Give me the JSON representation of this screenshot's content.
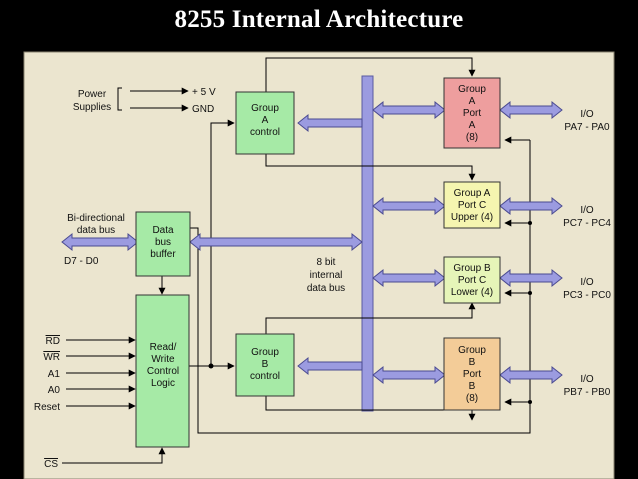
{
  "title": "8255 Internal Architecture",
  "colors": {
    "background": "#000000",
    "panel": "#ebe5cf",
    "bus": "#9b9be0",
    "group_control": "#a6eaa6",
    "port_a": "#ee9e9e",
    "port_c_upper": "#f5f5b0",
    "port_c_lower": "#e6f5b8",
    "port_b": "#f3cc98",
    "buffer": "#a6eaa6",
    "rw_logic": "#a6eaa6"
  },
  "power": {
    "label_line1": "Power",
    "label_line2": "Supplies",
    "vcc": "+ 5 V",
    "gnd": "GND"
  },
  "blocks": {
    "group_a_control": [
      "Group",
      "A",
      "control"
    ],
    "group_b_control": [
      "Group",
      "B",
      "control"
    ],
    "data_bus_buffer": [
      "Data",
      "bus",
      "buffer"
    ],
    "rw_control_logic": [
      "Read/",
      "Write",
      "Control",
      "Logic"
    ],
    "group_a_port_a": [
      "Group",
      "A",
      "Port",
      "A",
      "(8)"
    ],
    "group_a_port_c_upper": [
      "Group  A",
      "Port  C",
      "Upper (4)"
    ],
    "group_b_port_c_lower": [
      "Group  B",
      "Port  C",
      "Lower (4)"
    ],
    "group_b_port_b": [
      "Group",
      "B",
      "Port",
      "B",
      "(8)"
    ]
  },
  "internal_bus": [
    "8 bit",
    "internal",
    "data bus"
  ],
  "data_bus": {
    "line1": "Bi-directional",
    "line2": "data bus",
    "pins": "D7 - D0"
  },
  "control_inputs": [
    "RD",
    "WR",
    "A1",
    "A0",
    "Reset"
  ],
  "chip_select": "CS",
  "io_ports": [
    {
      "io": "I/O",
      "pins": "PA7 - PA0"
    },
    {
      "io": "I/O",
      "pins": "PC7 - PC4"
    },
    {
      "io": "I/O",
      "pins": "PC3 - PC0"
    },
    {
      "io": "I/O",
      "pins": "PB7 - PB0"
    }
  ]
}
